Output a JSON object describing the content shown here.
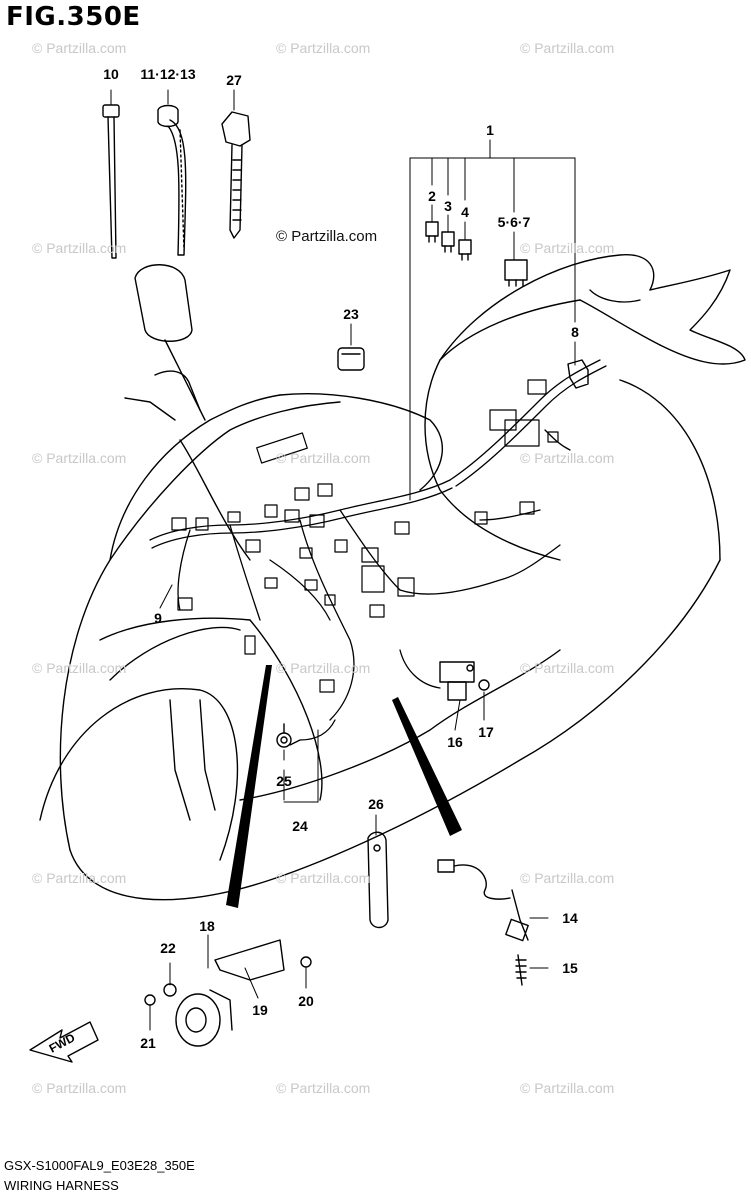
{
  "figure": {
    "title": "FIG.350E",
    "code": "GSX-S1000FAL9_E03E28_350E",
    "name": "WIRING HARNESS"
  },
  "watermark": "© Partzilla.com",
  "copyright": "© Partzilla.com",
  "fwd": "FWD",
  "callouts": [
    "10",
    "11·12·13",
    "27",
    "1",
    "2",
    "3",
    "4",
    "5·6·7",
    "8",
    "23",
    "9",
    "25",
    "24",
    "26",
    "16",
    "17",
    "14",
    "15",
    "18",
    "22",
    "19",
    "20",
    "21"
  ]
}
